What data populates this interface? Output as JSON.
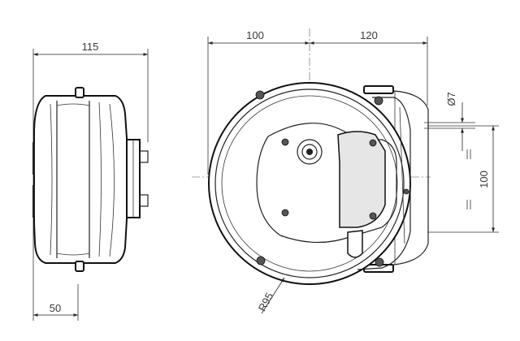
{
  "dimensions": {
    "side_width": "115",
    "side_mount_offset": "50",
    "front_left": "100",
    "front_right": "120",
    "hole_diameter": "Ø7",
    "mount_spacing": "100",
    "radius": "R95"
  }
}
